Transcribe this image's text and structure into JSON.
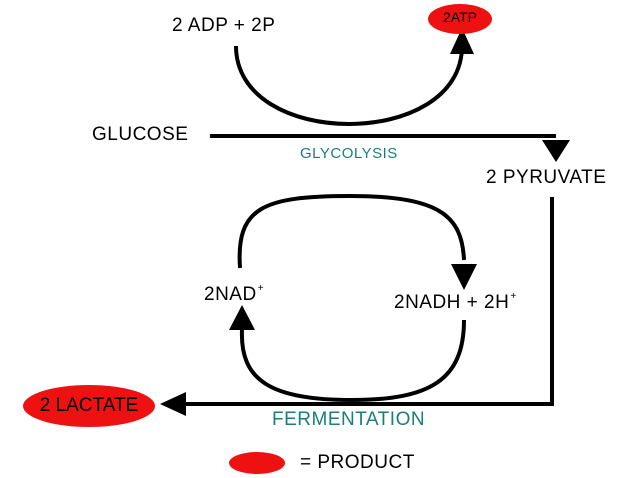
{
  "labels": {
    "adp": "2 ADP + 2P",
    "atp": "2ATP",
    "glucose": "GLUCOSE",
    "glycolysis": "GLYCOLYSIS",
    "pyruvate": "2 PYRUVATE",
    "nad": "2NAD",
    "nad_sup": "+",
    "nadh": "2NADH + 2H",
    "nadh_sup": "+",
    "lactate": "2 LACTATE",
    "fermentation": "FERMENTATION",
    "product_legend": "= PRODUCT"
  },
  "colors": {
    "product_fill": "#ee1111",
    "line": "#000000",
    "teal_text": "#1a7f7a"
  }
}
